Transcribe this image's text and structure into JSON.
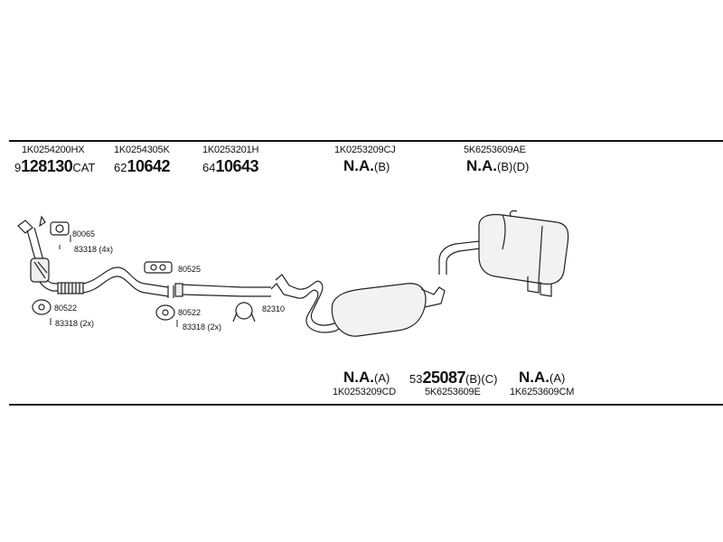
{
  "top_parts": [
    {
      "part_no": "1K0254200HX",
      "prefix": "9",
      "price": "128130",
      "suffix": "CAT"
    },
    {
      "part_no": "1K0254305K",
      "prefix": "62",
      "price": "10642",
      "suffix": ""
    },
    {
      "part_no": "1K0253201H",
      "prefix": "64",
      "price": "10643",
      "suffix": ""
    },
    {
      "part_no": "1K0253209CJ",
      "na": "N.A.",
      "note": "(B)"
    },
    {
      "part_no": "5K6253609AE",
      "na": "N.A.",
      "note": "(B)(D)"
    }
  ],
  "bottom_parts": [
    {
      "part_no": "1K0253209CD",
      "na": "N.A.",
      "note": "(A)"
    },
    {
      "part_no": "5K6253609E",
      "prefix": "53",
      "price": "25087",
      "note": "(B)(C)"
    },
    {
      "part_no": "1K6253609CM",
      "na": "N.A.",
      "note": "(A)"
    }
  ],
  "callouts": {
    "c80065": "80065",
    "c83318_4x": "83318 (4x)",
    "c80525": "80525",
    "c80522_left": "80522",
    "c83318_2x_left": "83318 (2x)",
    "c80522_mid": "80522",
    "c83318_2x_mid": "83318 (2x)",
    "c82310": "82310"
  }
}
